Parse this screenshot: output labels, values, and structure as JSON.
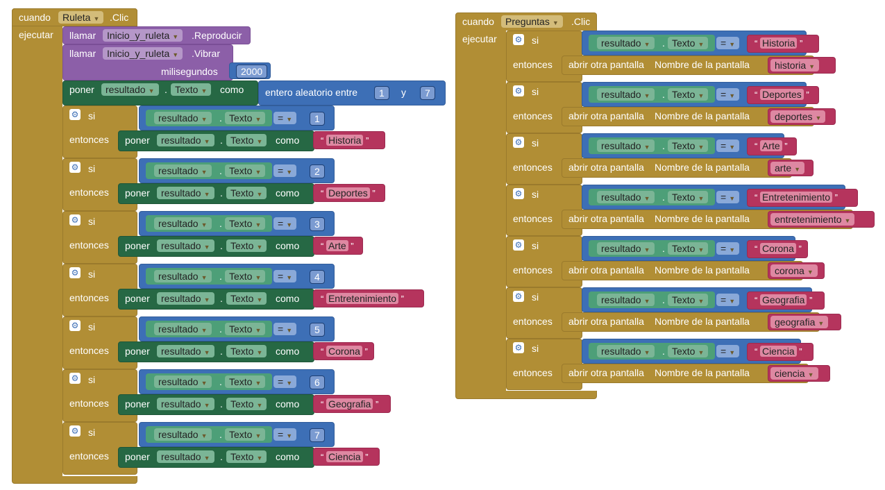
{
  "event_left": {
    "when_label": "cuando",
    "component": "Ruleta",
    "event": ".Clic",
    "do_label": "ejecutar",
    "call_label": "llamar",
    "call1_component": "Inicio_y_ruleta",
    "call1_method": ".Reproducir",
    "call2_component": "Inicio_y_ruleta",
    "call2_method": ".Vibrar",
    "ms_label": "milisegundos",
    "ms_value": "2000",
    "set_label": "poner",
    "set_component": "resultado",
    "set_prop": "Texto",
    "as_label": "como",
    "random_label": "entero aleatorio entre",
    "random_from": "1",
    "and_label": "y",
    "random_to": "7",
    "if_label": "si",
    "then_label": "entonces",
    "eq_op": "=",
    "dot": ".",
    "ifs": [
      {
        "num": "1",
        "text": "Historia"
      },
      {
        "num": "2",
        "text": "Deportes"
      },
      {
        "num": "3",
        "text": "Arte"
      },
      {
        "num": "4",
        "text": "Entretenimiento"
      },
      {
        "num": "5",
        "text": "Corona"
      },
      {
        "num": "6",
        "text": "Geografia"
      },
      {
        "num": "7",
        "text": "Ciencia"
      }
    ]
  },
  "event_right": {
    "when_label": "cuando",
    "component": "Preguntas",
    "event": ".Clic",
    "do_label": "ejecutar",
    "if_label": "si",
    "then_label": "entonces",
    "open_label": "abrir otra pantalla",
    "screen_name_label": "Nombre de la pantalla",
    "comp": "resultado",
    "prop": "Texto",
    "eq_op": "=",
    "dot": ".",
    "ifs": [
      {
        "text": "Historia",
        "screen": "historia"
      },
      {
        "text": "Deportes",
        "screen": "deportes"
      },
      {
        "text": "Arte",
        "screen": "arte"
      },
      {
        "text": "Entretenimiento",
        "screen": "entretenimiento"
      },
      {
        "text": "Corona",
        "screen": "corona"
      },
      {
        "text": "Geografia",
        "screen": "geografia"
      },
      {
        "text": "Ciencia",
        "screen": "ciencia"
      }
    ]
  }
}
